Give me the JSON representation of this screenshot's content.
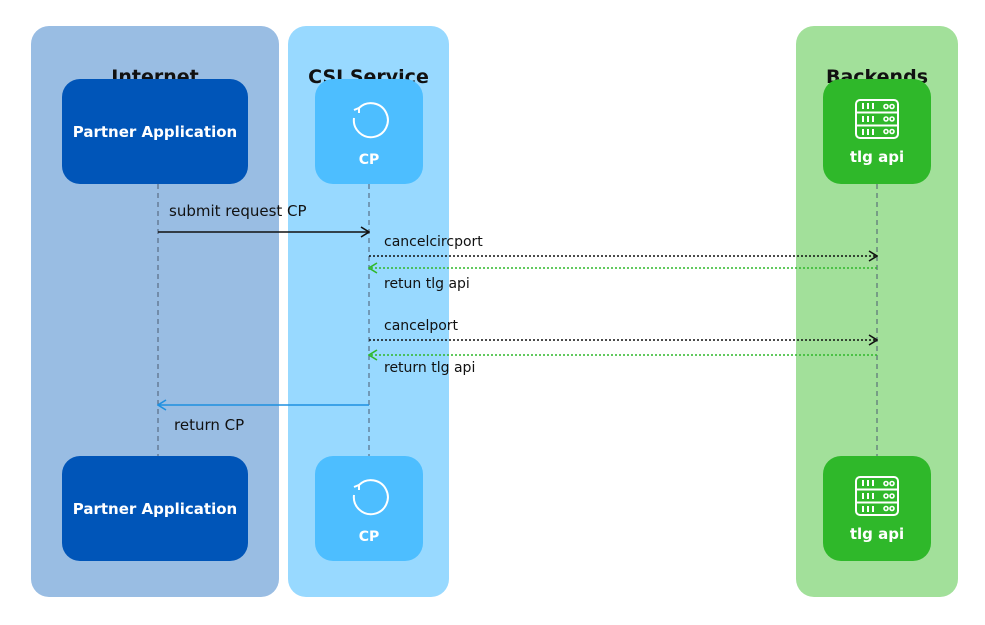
{
  "lanes": [
    {
      "title": "Internet",
      "color": "#99bde3"
    },
    {
      "title": "CSI Service",
      "color": "#98d9ff"
    },
    {
      "title": "Backends",
      "color": "#a2e09a"
    }
  ],
  "participants": {
    "partner": {
      "label": "Partner Application",
      "color": "#0055b8"
    },
    "cp": {
      "label": "CP",
      "color": "#4dbeff",
      "icon": "refresh-icon"
    },
    "backend": {
      "label": "tlg api",
      "color": "#2fb82a",
      "icon": "server-icon"
    }
  },
  "messages": [
    {
      "label": "submit request CP",
      "color": "#111111"
    },
    {
      "label": "cancelcircport",
      "color": "#111111"
    },
    {
      "label": "retun tlg api",
      "color": "#2fb82a"
    },
    {
      "label": "cancelport",
      "color": "#111111"
    },
    {
      "label": "return tlg api",
      "color": "#2fb82a"
    },
    {
      "label": "return CP",
      "color": "#1e90e0"
    }
  ]
}
